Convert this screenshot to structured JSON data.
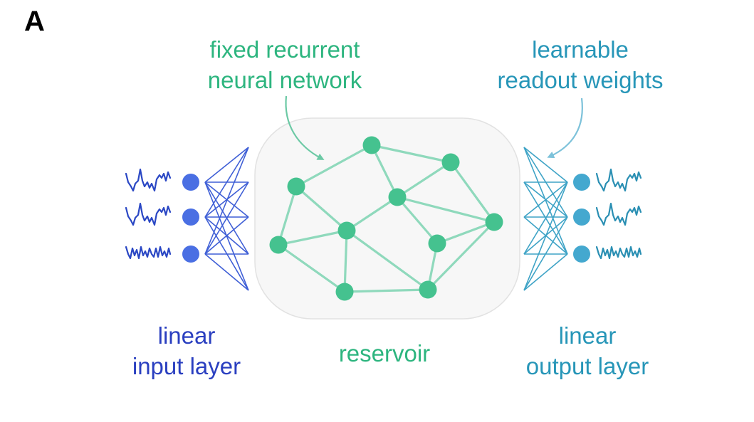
{
  "panel_letter": "A",
  "labels": {
    "fixed_rnn": "fixed recurrent\nneural network",
    "readout": "learnable\nreadout weights",
    "input_layer": "linear\ninput layer",
    "reservoir": "reservoir",
    "output_layer": "linear\noutput layer"
  },
  "colors": {
    "input_node": "#4a6fe3",
    "input_line": "#3f5fd6",
    "input_wave": "#2a47c4",
    "reservoir_node": "#45c28f",
    "reservoir_edge": "#8fd9bc",
    "reservoir_bg": "#f7f7f7",
    "reservoir_border": "#e2e2e2",
    "output_node": "#44a8cf",
    "output_line": "#3ea3c6",
    "output_wave": "#2a8fb3",
    "arrow_green": "#6cc9a5",
    "arrow_teal": "#7dc2da"
  },
  "diagram": {
    "input_units": 3,
    "hidden_fan_points": 5,
    "output_units": 3,
    "reservoir_nodes": 10,
    "reservoir_edges": [
      [
        1,
        0
      ],
      [
        0,
        2
      ],
      [
        0,
        4
      ],
      [
        2,
        4
      ],
      [
        2,
        7
      ],
      [
        4,
        7
      ],
      [
        4,
        3
      ],
      [
        4,
        8
      ],
      [
        1,
        3
      ],
      [
        1,
        5
      ],
      [
        5,
        3
      ],
      [
        5,
        6
      ],
      [
        3,
        6
      ],
      [
        3,
        9
      ],
      [
        6,
        9
      ],
      [
        9,
        8
      ],
      [
        9,
        7
      ],
      [
        8,
        7
      ]
    ]
  }
}
